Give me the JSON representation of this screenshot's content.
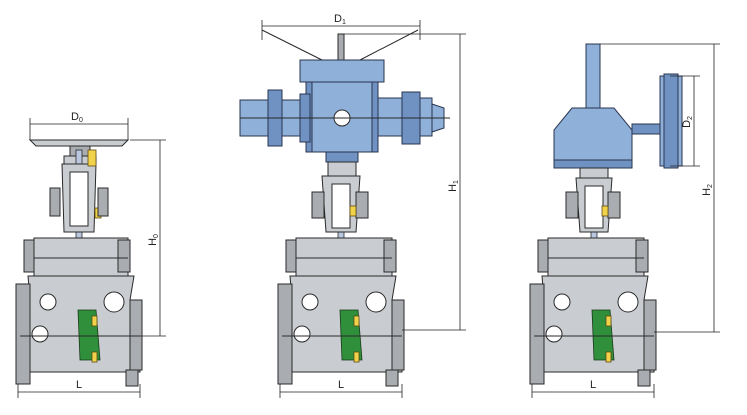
{
  "diagram": {
    "valves": [
      {
        "id": "handwheel",
        "width_label": "L",
        "diameter_label": "D0",
        "diameter_main": "D",
        "diameter_sub": "0",
        "height_label": "H0",
        "height_main": "H",
        "height_sub": "0"
      },
      {
        "id": "electric",
        "width_label": "L",
        "diameter_label": "D1",
        "diameter_main": "D",
        "diameter_sub": "1",
        "height_label": "H1",
        "height_main": "H",
        "height_sub": "1"
      },
      {
        "id": "gearbox",
        "width_label": "L",
        "diameter_label": "D2",
        "diameter_main": "D",
        "diameter_sub": "2",
        "height_label": "H2",
        "height_main": "H",
        "height_sub": "2"
      }
    ],
    "colors": {
      "body": "#c9ccd0",
      "actuator": "#8fb0d8",
      "seat": "#2f8f3a",
      "gland": "#f2d24a"
    }
  }
}
